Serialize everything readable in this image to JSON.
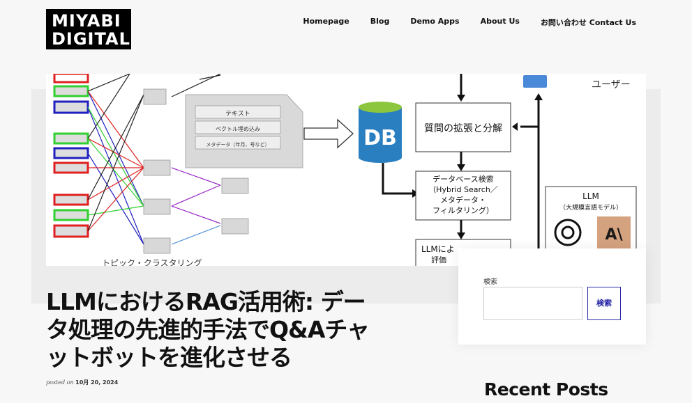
{
  "site": {
    "logo_line1": "MIYABI",
    "logo_line2": "DIGITAL"
  },
  "nav": {
    "items": [
      {
        "label": "Homepage"
      },
      {
        "label": "Blog"
      },
      {
        "label": "Demo Apps"
      },
      {
        "label": "About Us"
      },
      {
        "label": "お問い合わせ Contact Us"
      }
    ]
  },
  "hero": {
    "doc_labels": [
      "テキスト",
      "ベクトル埋め込み",
      "メタデータ（年月、号など）"
    ],
    "db_label": "DB",
    "step1": "質問の拡張と分解",
    "step2_lines": [
      "データベース検索",
      "（Hybrid Search／",
      "メタデータ・",
      "フィルタリング）"
    ],
    "step3_lines": [
      "LLMによ",
      "評価"
    ],
    "user_label": "ユーザー",
    "llm_title": "LLM",
    "llm_subtitle": "（大規模言語モデル）",
    "cluster_label": "トピック・クラスタリング",
    "colors": {
      "red": "#e02020",
      "green": "#30d030",
      "blue": "#2020c0",
      "purple": "#9a28c8",
      "db_blue": "#2a7fc0",
      "db_top": "#8cc63f",
      "anthropic_bg": "#d4a27f"
    }
  },
  "post": {
    "title": "LLMにおけるRAG活用術: データ処理の先進的手法でQ&Aチャットボットを進化させる",
    "posted_on": "posted on",
    "date": "10月 20, 2024"
  },
  "sidebar": {
    "search_label": "検索",
    "search_placeholder": "",
    "search_button": "検索",
    "recent_posts_heading": "Recent Posts"
  }
}
